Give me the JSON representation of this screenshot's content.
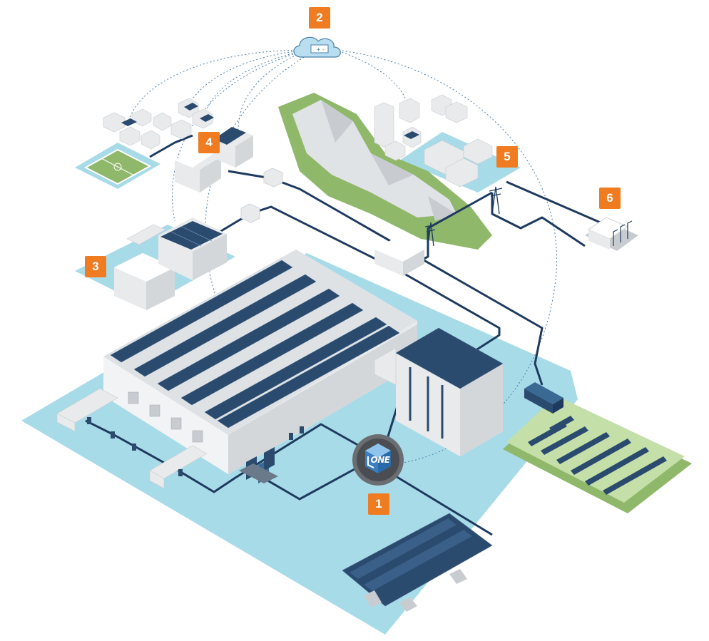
{
  "badges": [
    {
      "number": "1",
      "meaning": "LOGO ONE hub"
    },
    {
      "number": "2",
      "meaning": "Cloud"
    },
    {
      "number": "3",
      "meaning": "Logistics site"
    },
    {
      "number": "4",
      "meaning": "Residential & sports"
    },
    {
      "number": "5",
      "meaning": "Town district"
    },
    {
      "number": "6",
      "meaning": "Substation"
    }
  ],
  "hub_logo_text": "ONE",
  "colors": {
    "badge": "#f07c22",
    "ground": "#a8dbe8",
    "cable": "#1e3a5f",
    "panel": "#2a4a6e",
    "building": "#e8eaec",
    "green": "#8fb86a",
    "hub_cube": "#3a7fc0"
  },
  "icons": [
    "cloud-battery-icon",
    "logo-one-cube-icon",
    "power-pylon-icon",
    "ev-charger-icon",
    "battery-storage-icon"
  ]
}
